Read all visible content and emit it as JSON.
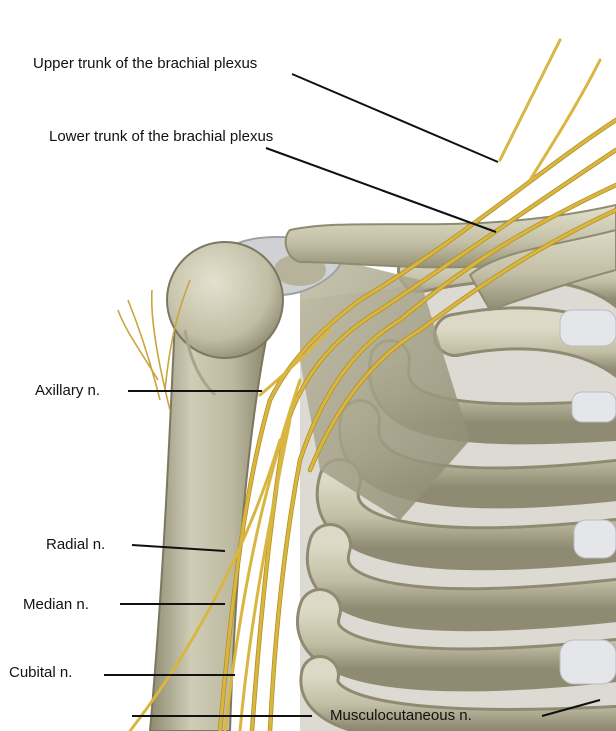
{
  "labels": {
    "upper_trunk": "Upper trunk of the brachial plexus",
    "lower_trunk": "Lower trunk of the brachial plexus",
    "axillary": "Axillary n.",
    "radial": "Radial n.",
    "median": "Median n.",
    "cubital": "Cubital n.",
    "musculocutaneous": "Musculocutaneous n."
  },
  "colors": {
    "background": "#ffffff",
    "bone_light": "#d9d7c3",
    "bone_mid": "#b9b69c",
    "bone_dark": "#8f8b72",
    "cartilage": "#e4e6ea",
    "nerve": "#d9b640",
    "nerve_dark": "#b08f22",
    "leader_line": "#111111"
  }
}
